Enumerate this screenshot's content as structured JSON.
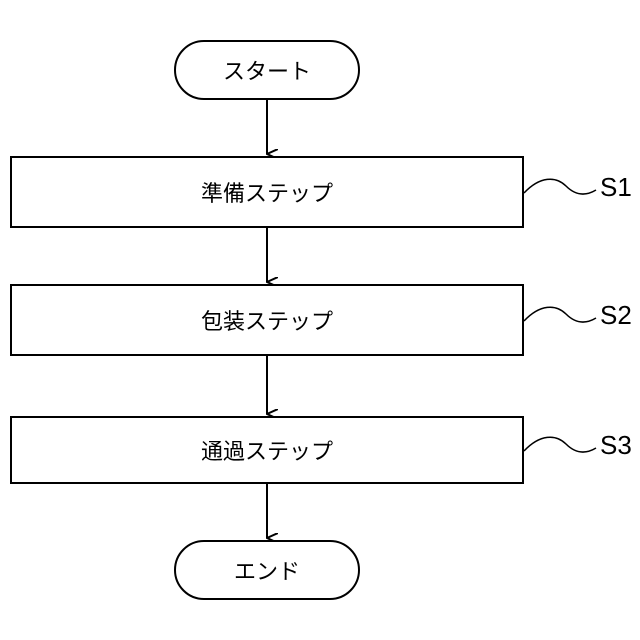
{
  "flowchart": {
    "start_label": "スタート",
    "end_label": "エンド",
    "steps": [
      {
        "id": "S1",
        "label": "準備ステップ"
      },
      {
        "id": "S2",
        "label": "包装ステップ"
      },
      {
        "id": "S3",
        "label": "通過ステップ"
      }
    ]
  }
}
